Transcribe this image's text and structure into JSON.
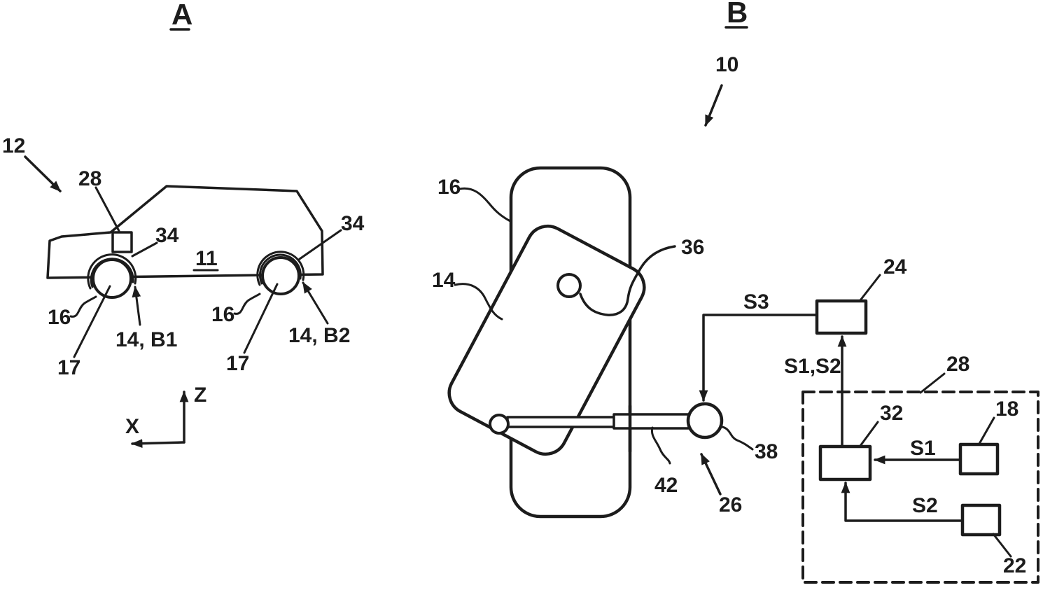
{
  "figure_title": "Patent drawing - vehicle brake / steering sensor system",
  "colors": {
    "ink": "#1c1c1c",
    "background": "#ffffff"
  },
  "panel_a": {
    "header": "A",
    "vehicle_ref": "12",
    "control_unit_ref": "28",
    "front_ring_ref": "34",
    "body_ref": "11",
    "rear_ring_ref": "34",
    "front_tire_ref": "16",
    "front_wheel_ref": "17",
    "front_brake_ref": "14, B1",
    "rear_tire_ref": "16",
    "rear_wheel_ref": "17",
    "rear_brake_ref": "14, B2",
    "axis_vertical": "Z",
    "axis_horizontal": "X"
  },
  "panel_b": {
    "header": "B",
    "system_ref": "10",
    "tire_ref": "16",
    "wheel_carrier_ref": "14",
    "opening_ref": "36",
    "receiver_ref": "24",
    "controller_box_ref": "28",
    "merge_unit_ref": "32",
    "sensor1_ref": "18",
    "sensor2_ref": "22",
    "joint_ref": "38",
    "tie_rod_ref": "42",
    "actuator_ref": "26",
    "signal_s3": "S3",
    "signal_s1s2": "S1,S2",
    "signal_s1": "S1",
    "signal_s2": "S2"
  }
}
